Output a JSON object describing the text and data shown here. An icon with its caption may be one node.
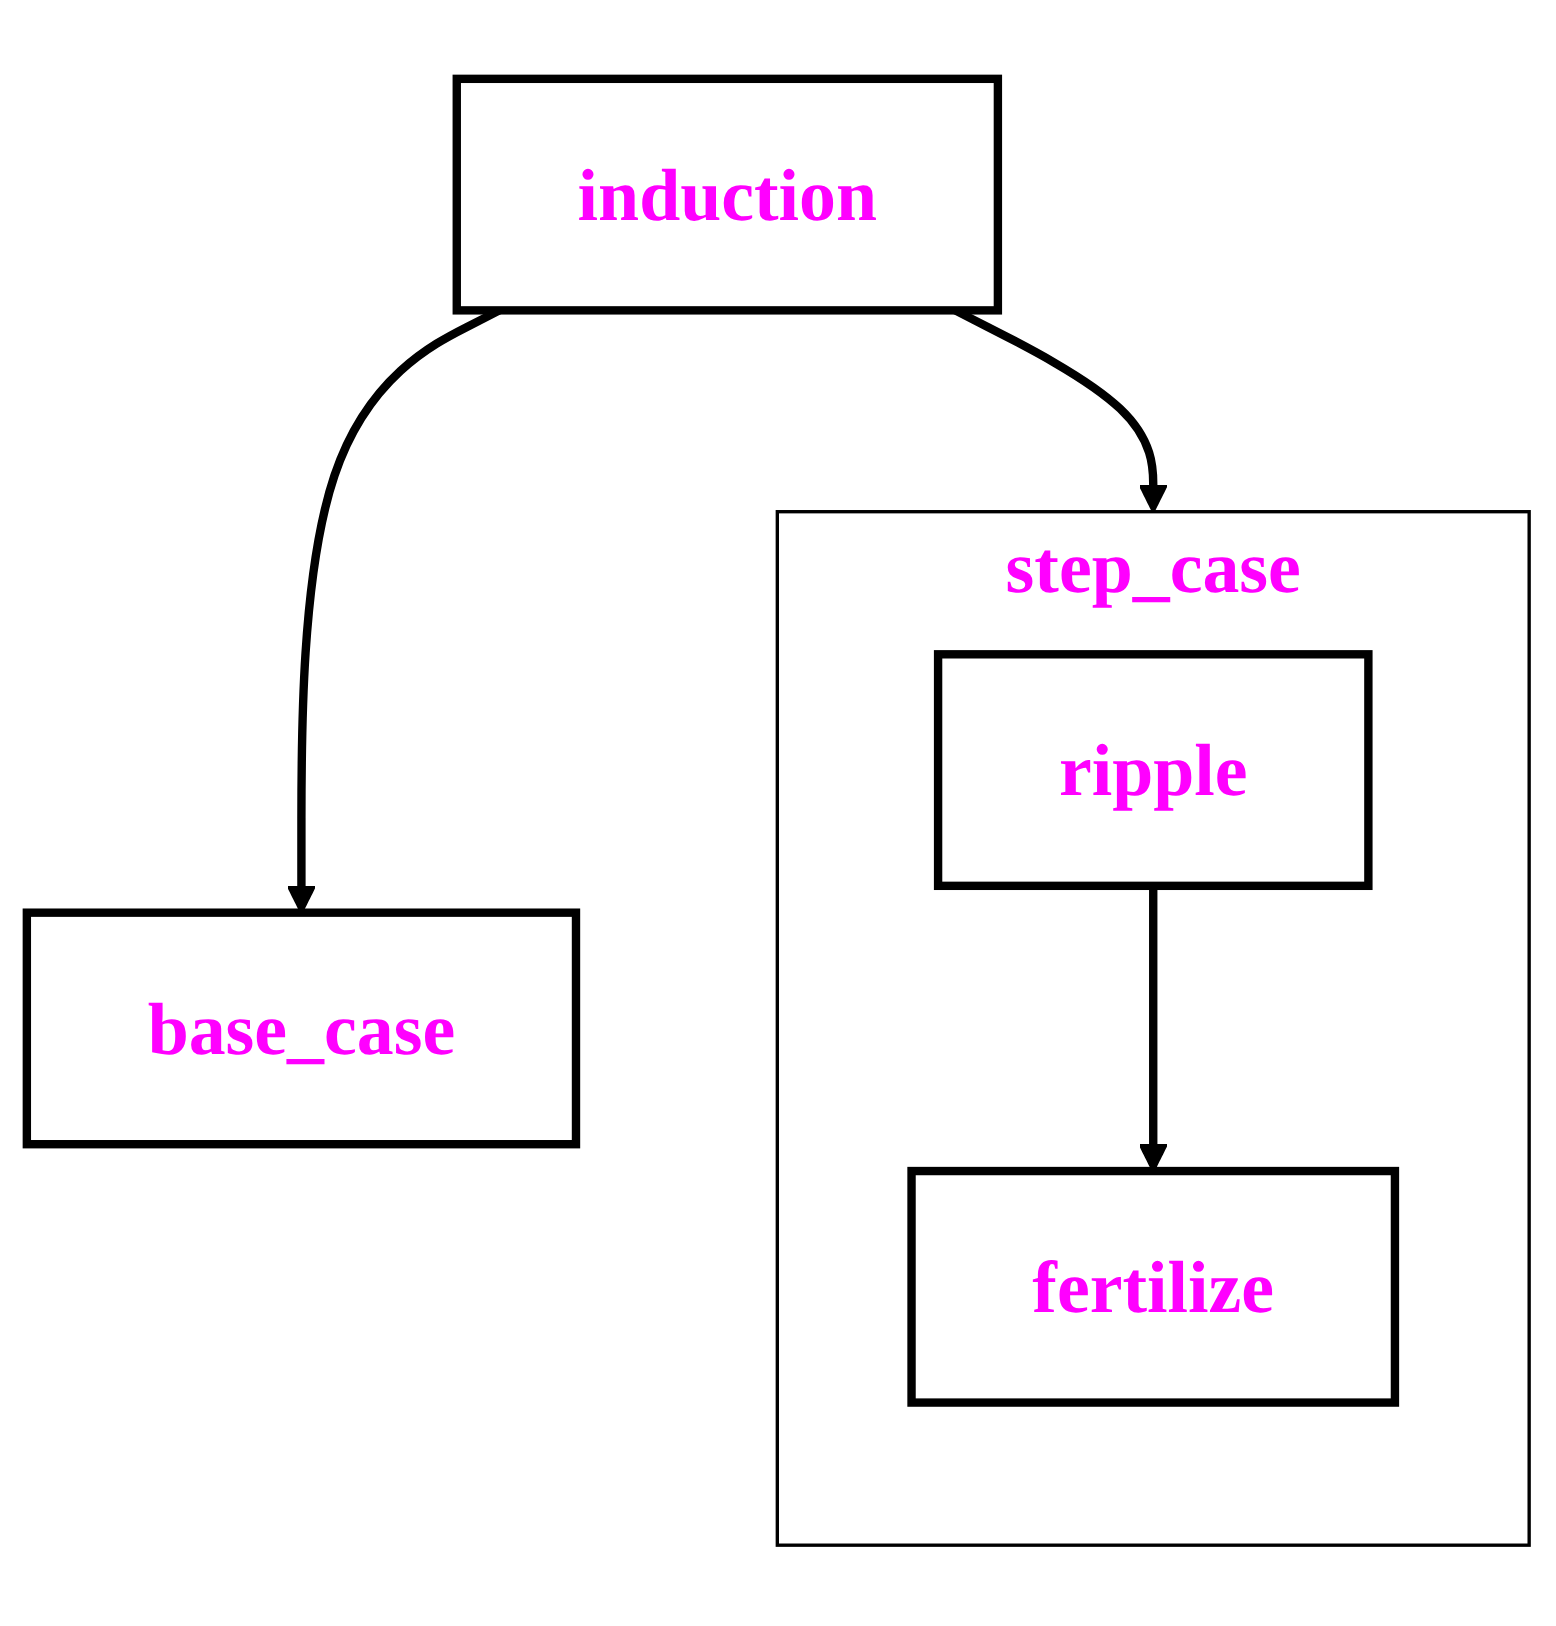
{
  "diagram": {
    "nodes": [
      {
        "text": [
          "induction"
        ]
      },
      {
        "text": [
          "base_case"
        ]
      },
      {
        "text": [
          "step_case"
        ]
      },
      {
        "text": [
          "ripple"
        ],
        "in": 2
      },
      {
        "text": [
          "fertilize"
        ],
        "in": 2
      }
    ],
    "edges": [
      {
        "from": 0,
        "to": 1,
        "arrow": "to"
      },
      {
        "from": 0,
        "to": 2,
        "arrow": "to"
      },
      {
        "from": 3,
        "to": 4,
        "arrow": "to"
      }
    ]
  }
}
